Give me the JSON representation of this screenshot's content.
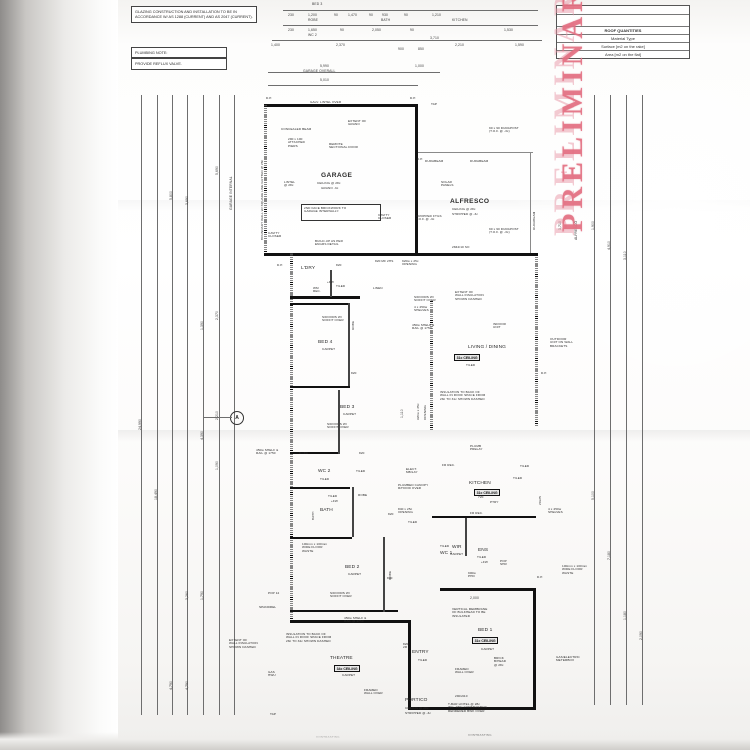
{
  "document": {
    "type": "architectural-floor-plan",
    "watermark": "PRELIMINARY",
    "overall_dimensions": {
      "length": "24,990",
      "secondary": "18,490"
    }
  },
  "notes": {
    "glazing": "GLAZING CONSTRUCTION AND\nINSTALLATION TO BE IN ACCORDANCE\nW/ AS 1288 (CURRENT) AND AS 2047\n(CURRENT).",
    "plumbing_title": "PLUMBING NOTE:",
    "plumbing_body": "PROVIDE REFLUX VALVE."
  },
  "roof_table": {
    "title": "ROOF QUANTITIES",
    "rows": [
      "Material Type",
      "Surface [m2 on the rake]",
      "Area [m2 on the flat]"
    ]
  },
  "rooms": [
    {
      "name": "GARAGE",
      "ceiling": "CEILING @ 28c",
      "extra": "GRANO -3c",
      "finish": ""
    },
    {
      "name": "ALFRESCO",
      "ceiling": "CEILING @ 28c",
      "extra": "STRIPPED @ -3c",
      "finish": ""
    },
    {
      "name": "PORTICO",
      "ceiling": "CEILING @ 28c",
      "extra": "STRIPPED @ -3c",
      "finish": ""
    },
    {
      "name": "L'DRY",
      "ceiling": "",
      "extra": "+FW",
      "finish": "TILED"
    },
    {
      "name": "BED 4",
      "ceiling": "",
      "extra": "",
      "finish": "CARPET"
    },
    {
      "name": "BED 3",
      "ceiling": "",
      "extra": "",
      "finish": "CARPET"
    },
    {
      "name": "BED 2",
      "ceiling": "",
      "extra": "",
      "finish": "CARPET"
    },
    {
      "name": "BED 1",
      "ceiling": "31c CEILING",
      "extra": "",
      "finish": "CARPET"
    },
    {
      "name": "LIVING / DINING",
      "ceiling": "31c CEILING",
      "extra": "",
      "finish": "TILED"
    },
    {
      "name": "KITCHEN",
      "ceiling": "31c CEILING",
      "extra": "",
      "finish": "TILED"
    },
    {
      "name": "THEATRE",
      "ceiling": "34c CEILING",
      "extra": "",
      "finish": "CARPET"
    },
    {
      "name": "ENTRY",
      "ceiling": "",
      "extra": "",
      "finish": "TILED"
    },
    {
      "name": "BATH",
      "ceiling": "",
      "extra": "+FW",
      "finish": "TILED"
    },
    {
      "name": "ENS",
      "ceiling": "",
      "extra": "+FW",
      "finish": "TILED"
    },
    {
      "name": "WC 1",
      "ceiling": "",
      "extra": "",
      "finish": "TILED"
    },
    {
      "name": "WC 2",
      "ceiling": "",
      "extra": "",
      "finish": "TILED"
    },
    {
      "name": "WIR",
      "ceiling": "",
      "extra": "",
      "finish": "CARPET"
    },
    {
      "name": "LINEN",
      "ceiling": "",
      "extra": "",
      "finish": ""
    },
    {
      "name": "ROBE",
      "ceiling": "",
      "extra": "",
      "finish": ""
    },
    {
      "name": "PTRY",
      "ceiling": "",
      "extra": "",
      "finish": ""
    },
    {
      "name": "FR REC.",
      "ceiling": "",
      "extra": "",
      "finish": ""
    }
  ],
  "annotations": {
    "garage_concealed_beam": "CONCEALED BEAM",
    "garage_piers": "290 x 100\nATTACHED\nPIERS",
    "garage_door": "REMOTE\nSECTIONAL DOOR",
    "garage_brickwork": "2ND FACE BRICKWORK TO\nGARAGE INTERNALLY.",
    "garage_lintel": "LINTEL\n@ 28c",
    "garage_buildup": "BUILD-UP AS PER\nENGRS DETAIL",
    "cavity_closer": "CAVITY\nCLOSER",
    "extent_of_grano": "EXTENT OF\nGRANO",
    "galv_lintel": "GALV. LINTEL OVER",
    "boundary_wall": "BOUNDARY WALL W/ SQUARE LINE GUTTER @ 28c",
    "garage_internal_note": "GARAGE INTERNAL",
    "solar_panels": "SOLAR\nPANELS",
    "durabeam": "DURABEAM",
    "durapost": "90 x 90 DURAPOST\n(T.O.F. @ -3c)",
    "dropped_ftgs": "DROPPED FTGS\nT.O.F. @ -3c",
    "indoor_unit": "INDOOR\nUNIT",
    "outdoor_unit": "OUTDOOR\nUNIT ON WALL\nBRACKETS",
    "wall_insulation": "EXTENT OF\nWALL INSULATION\nSHOWN DASHED",
    "roof_insulation_living": "INSULATION TO BACK OF\nWALL IN ROOF SPACE FROM\n28c TO 31c SHOWN DASHED",
    "roof_insulation_theatre": "INSULATION TO BACK OF\nWALL IN ROOF SPACE FROM\n28c TO 34c SHOWN DASHED",
    "sliding_doors": "S/DOORS W/\nSOFFIT OVER",
    "shelves_4x450": "4 x 450w\nSHELVES",
    "shelf_rail": "450w SHELF &\nRAIL @ 1750",
    "shelf_rail2": "450w\nSHELF\n& RAIL\n@ 1750",
    "elect_mb": "ELECT.\nMB/LAY",
    "canopy": "PLUMBED CANOPY\nR/HOOD OVER",
    "floor_waste": "100mm x 100mm\nWIDE FLOOR\nWASTE",
    "phd": "900w\nPHD",
    "spandrel": "SPANDREL",
    "gas_hwu": "GAS\nHWU",
    "vertical_membrane": "VERTICAL MEMBRANE\nOF BULKHEAD TO BE\nINSULATED",
    "brick_bhead": "BRICK\nB/HEAD\n@ 28c",
    "framed_wall": "FRAMED\nWALL OVER",
    "meterbox": "GAS/ELECTRIC\nMETERBOX",
    "tbar_lintel": "T-BAR LINTEL @ 28c\nINC. 180c CONTRASTING\nRENDERED BWK OVER",
    "contrasting": "CONTRASTING",
    "dp": "D.P.",
    "tap": "TAP",
    "wm_rec": "WM\nREC.",
    "pop": "POP 12",
    "grid_a": "A"
  },
  "dimensions": {
    "garage_overall": "5,990",
    "garage_overall_label": "GARAGE OVERALL",
    "garage_inner": "5,010",
    "tap_offset": "1,000",
    "alfresco": "3,710",
    "kitchen": "2,210",
    "living": "4,300",
    "top_row": [
      "230",
      "1,200",
      "90",
      "1,470",
      "90",
      "930",
      "90",
      "1,210",
      "90"
    ],
    "top_row2": [
      "230",
      "1,650",
      "90",
      "2,050",
      "90",
      "1,530"
    ],
    "top_labels": [
      "BED 3",
      "ROBE",
      "BATH",
      "WC 2",
      "KITCHEN"
    ],
    "left_overall": "24,990",
    "left_second": "18,490",
    "left_vals": [
      "5,800",
      "3,690",
      "2,370",
      "2,210",
      "4,390",
      "1,090",
      "3,260",
      "1,790",
      "4,790"
    ],
    "right_vals": [
      "1,900",
      "4,910",
      "3,110",
      "5,100",
      "7,180",
      "1,180",
      "2,090"
    ],
    "bottom_vals": [
      "2,000",
      "290",
      "2,070",
      "1,180",
      "1,800"
    ],
    "misc": [
      "290x910",
      "2842/10 SO",
      "2842/10 SO",
      "820 MF 2HS",
      "820",
      "720",
      "870"
    ]
  }
}
